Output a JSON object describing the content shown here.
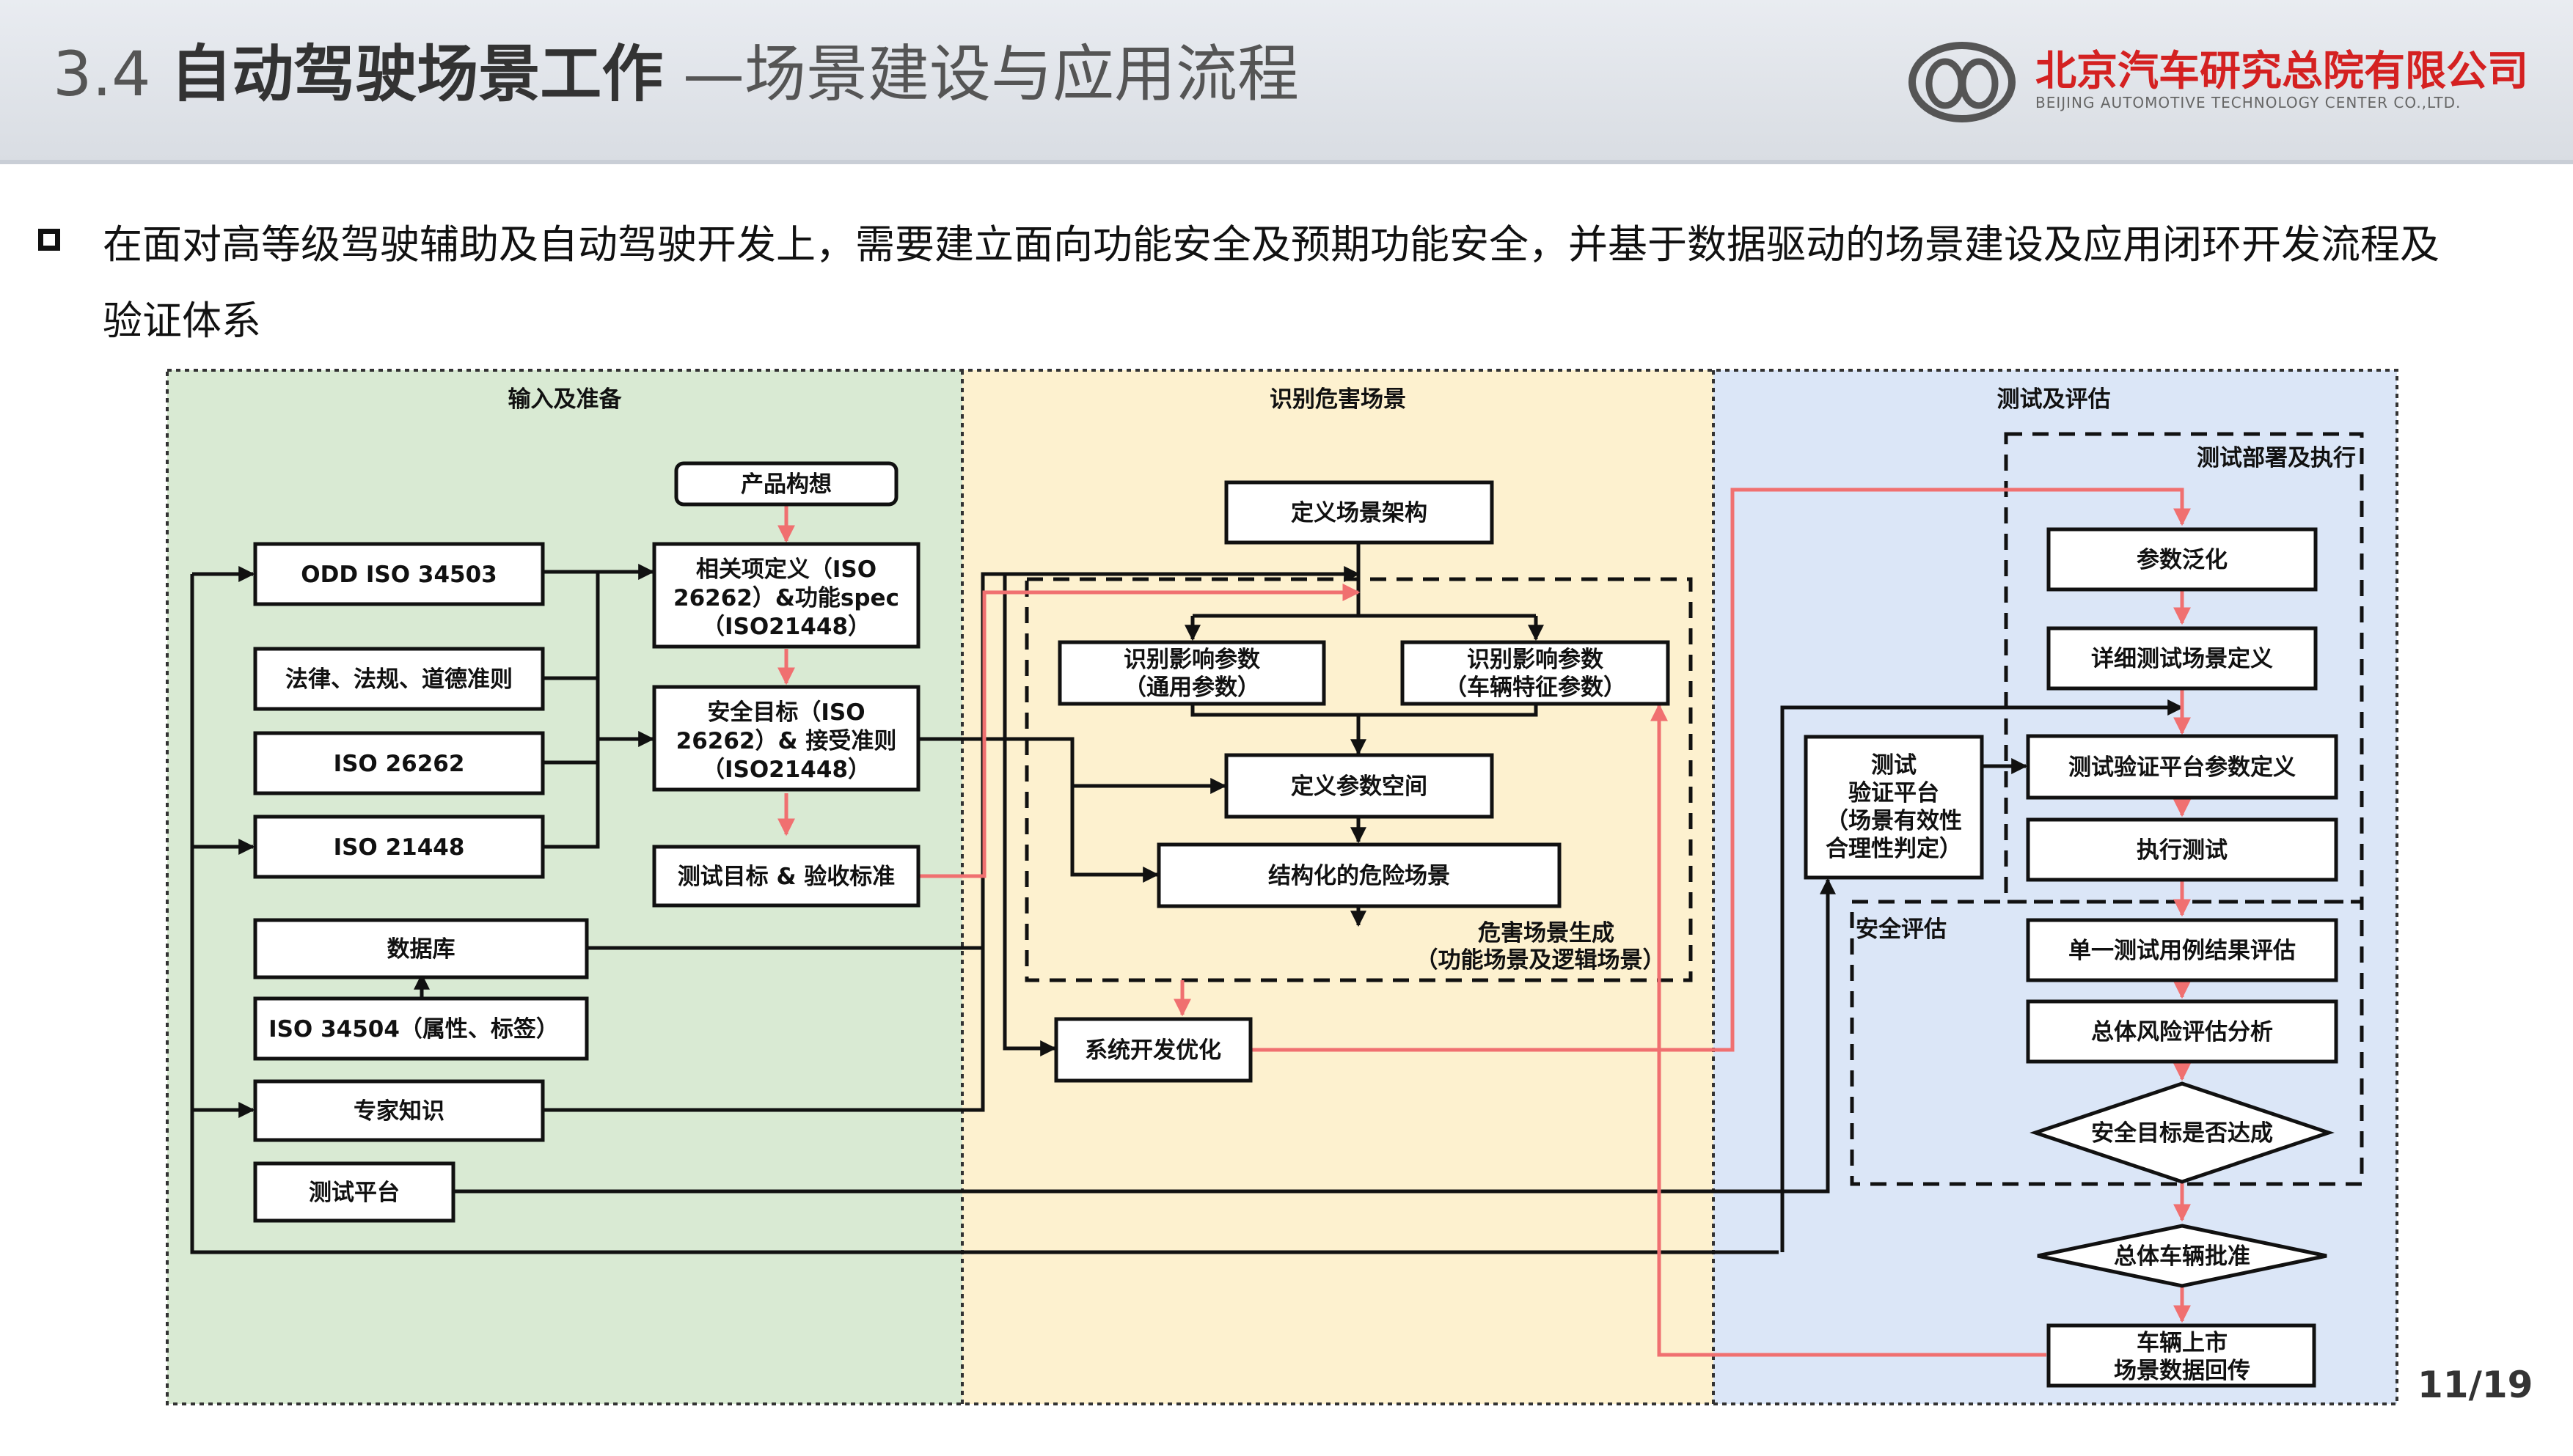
{
  "header": {
    "section_number": "3.4",
    "title_main": "自动驾驶场景工作",
    "title_sub": "—场景建设与应用流程",
    "logo_cn": "北京汽车研究总院有限公司",
    "logo_en": "BEIJING AUTOMOTIVE TECHNOLOGY CENTER CO.,LTD."
  },
  "bullet": {
    "text": "在面对高等级驾驶辅助及自动驾驶开发上，需要建立面向功能安全及预期功能安全，并基于数据驱动的场景建设及应用闭环开发流程及验证体系"
  },
  "diagram": {
    "sections": {
      "input": "输入及准备",
      "hazard": "识别危害场景",
      "test": "测试及评估"
    },
    "groups": {
      "deploy": "测试部署及执行",
      "safety": "安全评估",
      "hazard_gen_1": "危害场景生成",
      "hazard_gen_2": "（功能场景及逻辑场景）"
    },
    "nodes": {
      "concept": "产品构想",
      "odd": "ODD ISO 34503",
      "law": "法律、法规、道德准则",
      "iso26262": "ISO 26262",
      "iso21448": "ISO 21448",
      "item_def": [
        "相关项定义（ISO",
        "26262）&功能spec",
        "（ISO21448）"
      ],
      "safety_goal": [
        "安全目标（ISO",
        "26262）& 接受准则",
        "（ISO21448）"
      ],
      "test_goal": "测试目标 & 验收标准",
      "database": "数据库",
      "iso34504": "ISO 34504（属性、标签）",
      "expert": "专家知识",
      "test_platform": "测试平台",
      "scene_arch": "定义场景架构",
      "param_general": [
        "识别影响参数",
        "（通用参数）"
      ],
      "param_vehicle": [
        "识别影响参数",
        "（车辆特征参数）"
      ],
      "param_space": "定义参数空间",
      "struct_hazard": "结构化的危险场景",
      "sys_opt": "系统开发优化",
      "verify_platform": [
        "测试",
        "验证平台",
        "（场景有效性",
        "合理性判定）"
      ],
      "param_gen": "参数泛化",
      "detail_def": "详细测试场景定义",
      "platform_param": "测试验证平台参数定义",
      "exec_test": "执行测试",
      "single_eval": "单一测试用例结果评估",
      "risk_analysis": "总体风险评估分析",
      "goal_reached": "安全目标是否达成",
      "vehicle_approval": "总体车辆批准",
      "launch": [
        "车辆上市",
        "场景数据回传"
      ]
    }
  },
  "page": {
    "number": "11/19"
  },
  "colors": {
    "input_bg": "#d9ead3",
    "hazard_bg": "#fdf1cf",
    "test_bg": "#dbe6f7",
    "red_flow": "#f07070",
    "logo_red": "#d42121"
  }
}
